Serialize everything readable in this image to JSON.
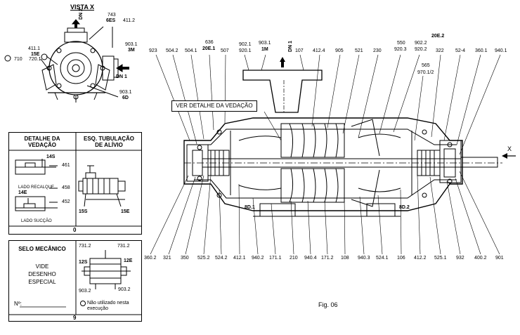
{
  "vista_x": {
    "title": "VISTA  X",
    "labels": {
      "743": "743",
      "6es": "6ES",
      "411_2": "411.2",
      "dn2": "DN 2",
      "903_1_top": "903.1",
      "3m": "3M",
      "dn1": "DN 1",
      "411_1": "411.1",
      "15e": "15E",
      "710": "710",
      "720_1": "720.1",
      "903_1_bot": "903.1",
      "6d": "6D"
    }
  },
  "detalhe_panel": {
    "header_left": "DETALHE DA\nVEDAÇÃO",
    "header_right": "ESQ. TUBULAÇÃO\nDE ALÍVIO",
    "labels": {
      "14s": "14S",
      "461": "461",
      "lado_recalque": "LADO RECALQUE",
      "14e": "14E",
      "458": "458",
      "452": "452",
      "lado_succao": "LADO SUCÇÃO",
      "15s": "15S",
      "15e": "15E"
    },
    "footer": "0"
  },
  "selo_panel": {
    "header": "SELO MECÂNICO",
    "body": "VIDE\nDESENHO\nESPECIAL",
    "no_label": "Nº:",
    "labels": {
      "731_2_a": "731.2",
      "731_2_b": "731.2",
      "12s": "12S",
      "12e": "12E",
      "903_2_a": "903.2",
      "903_2_b": "903.2"
    },
    "note": "Não utilizado nesta\nexecução",
    "footer": "9"
  },
  "main_drawing": {
    "callout": "VER  DETALHE DA VEDAÇÃO",
    "top_labels": [
      "923",
      "504.2",
      "504.1",
      "636",
      "20E.1",
      "507",
      "902.1",
      "920.1",
      "903.1",
      "1M",
      "DN 1",
      "107",
      "412.4",
      "905",
      "521",
      "230",
      "550",
      "920.3",
      "902.2",
      "920.2",
      "20E.2",
      "322",
      "52-4",
      "360.1",
      "940.1",
      "565",
      "970.1/2",
      "X"
    ],
    "bottom_labels": [
      "360.2",
      "321",
      "350",
      "525.2",
      "524.2",
      "412.1",
      "940.2",
      "171.1",
      "210",
      "940.4",
      "171.2",
      "108",
      "940.3",
      "524.1",
      "106",
      "412.2",
      "525.1",
      "932",
      "400.2",
      "901"
    ],
    "section_labels": [
      "8D.1",
      "8D.2"
    ],
    "figure_caption": "Fig. 06"
  }
}
